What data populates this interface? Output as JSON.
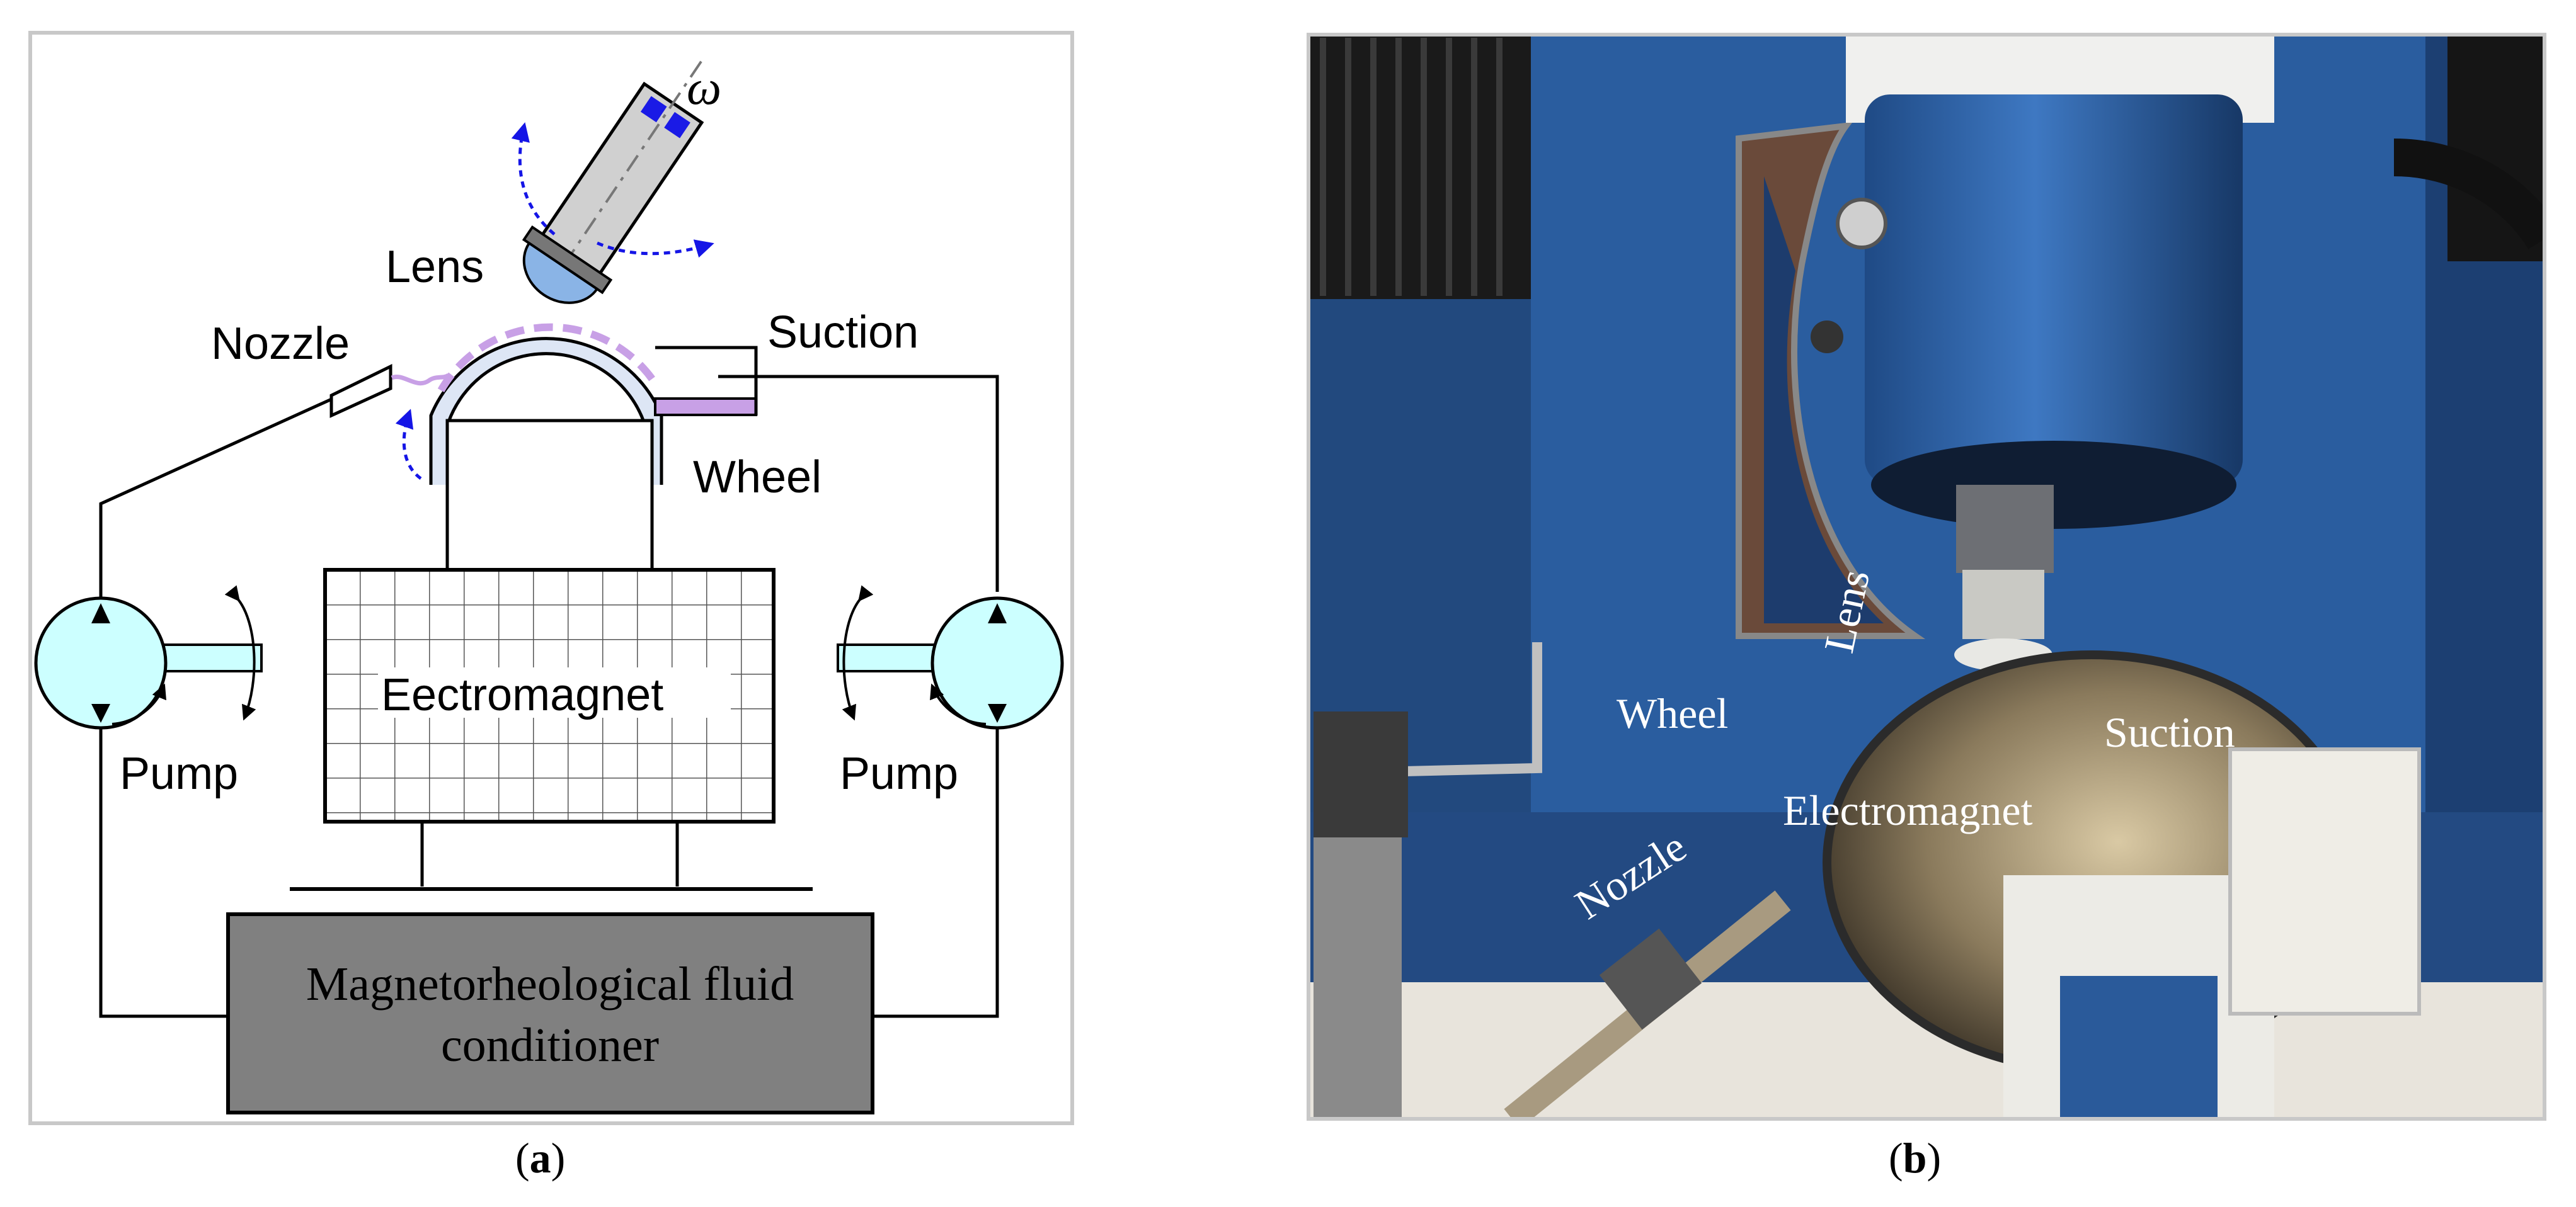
{
  "panel_a": {
    "caption_letter": "a",
    "labels": {
      "omega": "ω",
      "lens": "Lens",
      "nozzle": "Nozzle",
      "suction": "Suction",
      "wheel": "Wheel",
      "electromagnet": "Eectromagnet",
      "pump_left": "Pump",
      "pump_right": "Pump",
      "conditioner_line1": "Magnetorheological fluid",
      "conditioner_line2": "conditioner"
    },
    "colors": {
      "pump_fill": "#ccffff",
      "fluid_purple": "#c8a0e6",
      "arrow_blue": "#1515e6",
      "conditioner_fill": "#808080",
      "wheel_fill": "#dde6f5",
      "grid_line": "#555555"
    }
  },
  "panel_b": {
    "caption_letter": "b",
    "labels": {
      "lens": "Lens",
      "wheel": "Wheel",
      "suction": "Suction",
      "electromagnet": "Electromagnet",
      "nozzle": "Nozzle"
    },
    "colors": {
      "machine_blue": "#2a5d9f",
      "dark_blue": "#1b3f74",
      "steel": "#b8aa90",
      "base": "#e8e4dc"
    }
  }
}
